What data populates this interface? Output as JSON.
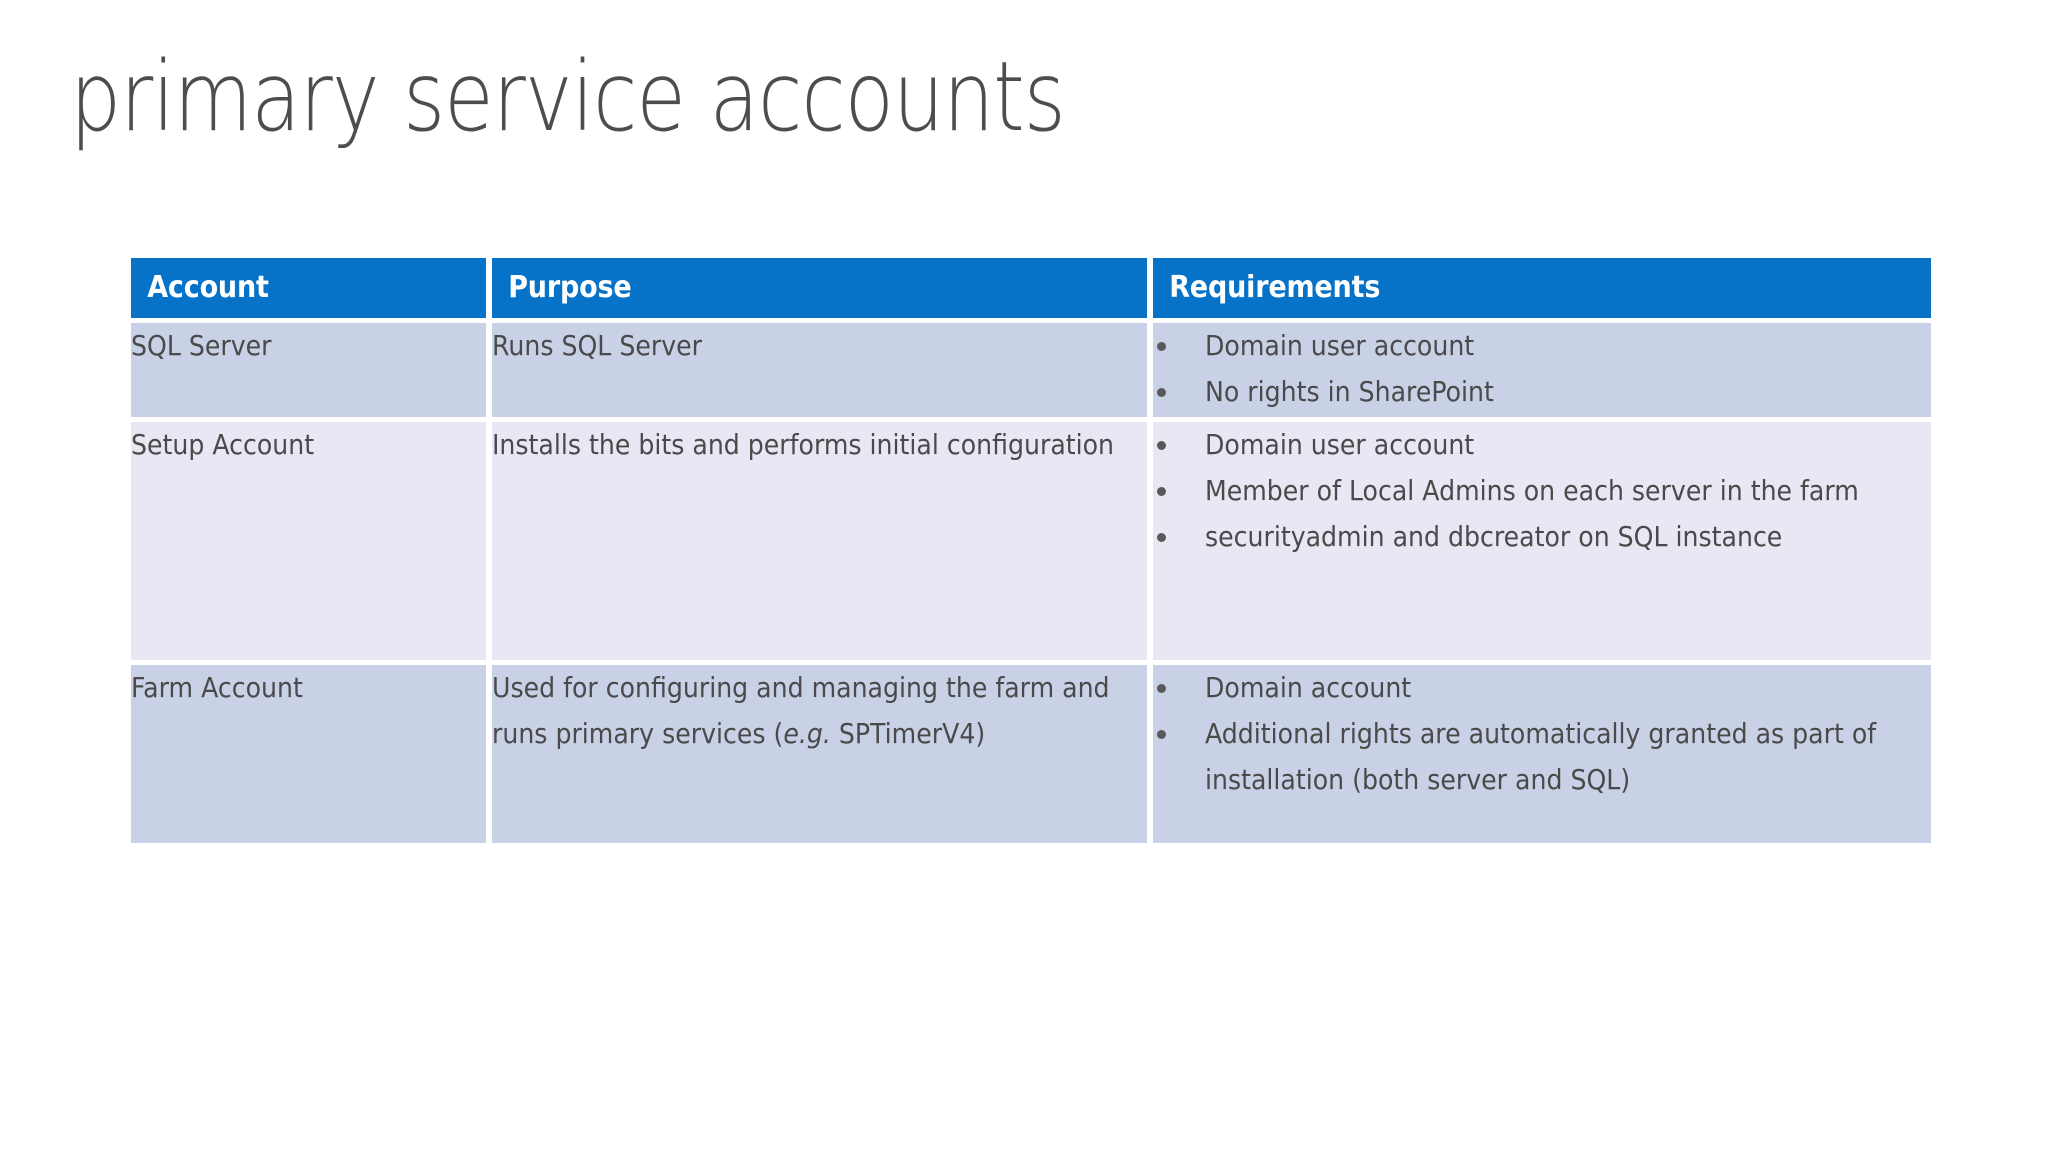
{
  "slide": {
    "title": "primary service accounts",
    "background_color": "#ffffff"
  },
  "colors": {
    "header_blue": "#0672c8",
    "header_text": "#ffffff",
    "row_shade_dark": "#c9d1e6",
    "row_shade_light": "#e7e8f3",
    "body_text": "#4a4a4a",
    "title_text": "#4d4d4d",
    "bullet": "#595959"
  },
  "table": {
    "columns": [
      {
        "key": "account",
        "label": "Account"
      },
      {
        "key": "purpose",
        "label": "Purpose"
      },
      {
        "key": "requirements",
        "label": "Requirements"
      }
    ],
    "rows": [
      {
        "shade": "dark",
        "account": "SQL Server",
        "purpose": "Runs SQL Server",
        "requirements": [
          "Domain user account",
          "No rights in SharePoint"
        ]
      },
      {
        "shade": "light",
        "account": "Setup Account",
        "purpose": "Installs the bits and performs initial configuration",
        "requirements": [
          "Domain user account",
          "Member of Local Admins on each server in the farm",
          "securityadmin and dbcreator on SQL instance"
        ]
      },
      {
        "shade": "dark",
        "account": "Farm Account",
        "purpose_parts": {
          "lead": "Used for configuring and managing the farm and runs primary services (",
          "italic": "e.g.",
          "tail": " SPTimerV4)"
        },
        "purpose": "Used for configuring and managing the farm and runs primary services (e.g. SPTimerV4)",
        "requirements": [
          "Domain account",
          "Additional rights are automatically granted as part of installation (both server and SQL)"
        ]
      }
    ]
  }
}
